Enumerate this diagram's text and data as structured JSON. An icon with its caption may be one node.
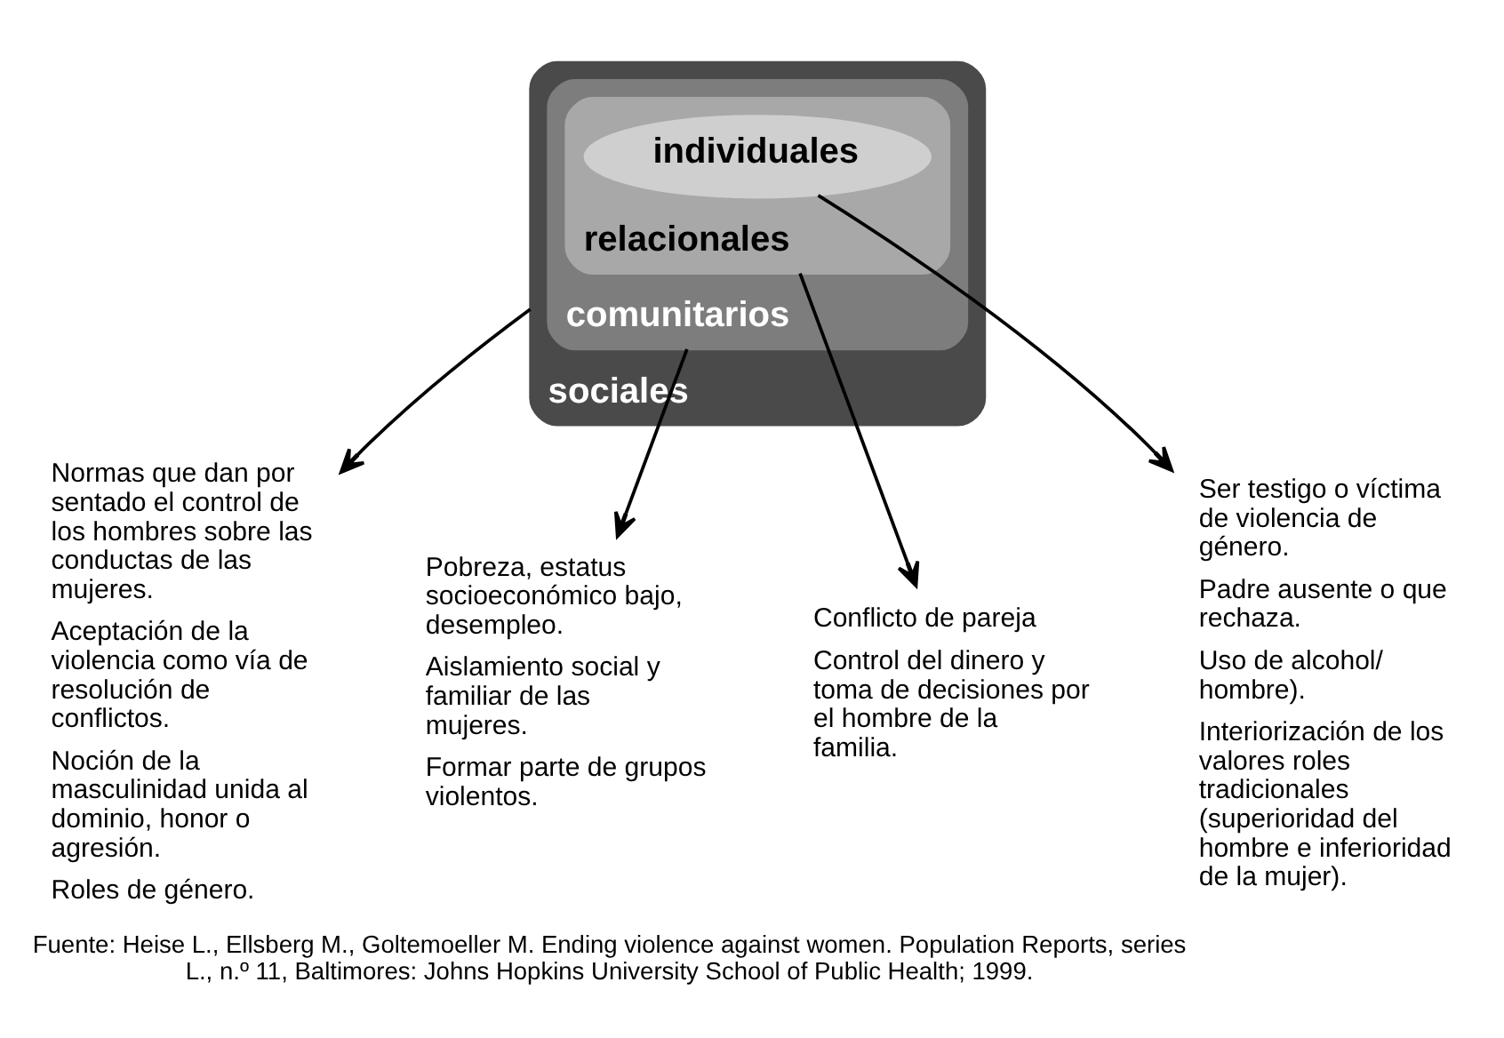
{
  "diagram": {
    "caption": "Fuente: Heise L., Ellsberg M., Goltemoeller M. Ending violence against women. Population Reports, series L., n.º 11, Baltimores: Johns Hopkins University School of Public Health; 1999.",
    "nodes": [
      {
        "text": [
          "sociales"
        ]
      },
      {
        "text": [
          "comunitarios"
        ],
        "in": 0
      },
      {
        "text": [
          "relacionales"
        ],
        "in": 1
      },
      {
        "text": [
          "individuales"
        ],
        "in": 2
      },
      {
        "text": [
          "Normas que dan por sentado el control de los hombres sobre las conductas de las mujeres.",
          "Aceptación de la violencia como vía de resolución de conflictos.",
          "Noción de la masculinidad unida al dominio, honor o agresión.",
          "Roles de género."
        ]
      },
      {
        "text": [
          "Pobreza, estatus socioeconómico bajo, desempleo.",
          "Aislamiento social y familiar de las mujeres.",
          "Formar parte de grupos violentos."
        ]
      },
      {
        "text": [
          "Conflicto de pareja",
          "Control del dinero y toma de decisiones por el hombre de la familia."
        ]
      },
      {
        "text": [
          "Ser testigo o víctima de violencia de género.",
          "Padre ausente o que rechaza.",
          "Uso de alcohol/ hombre).",
          "Interiorización de los valores roles tradicionales (superioridad del hombre e inferioridad de la mujer)."
        ]
      }
    ],
    "edges": [
      {
        "from": 0,
        "to": 4,
        "arrow": "to"
      },
      {
        "from": 1,
        "to": 5,
        "arrow": "to"
      },
      {
        "from": 2,
        "to": 6,
        "arrow": "to"
      },
      {
        "from": 3,
        "to": 7,
        "arrow": "to"
      }
    ]
  }
}
